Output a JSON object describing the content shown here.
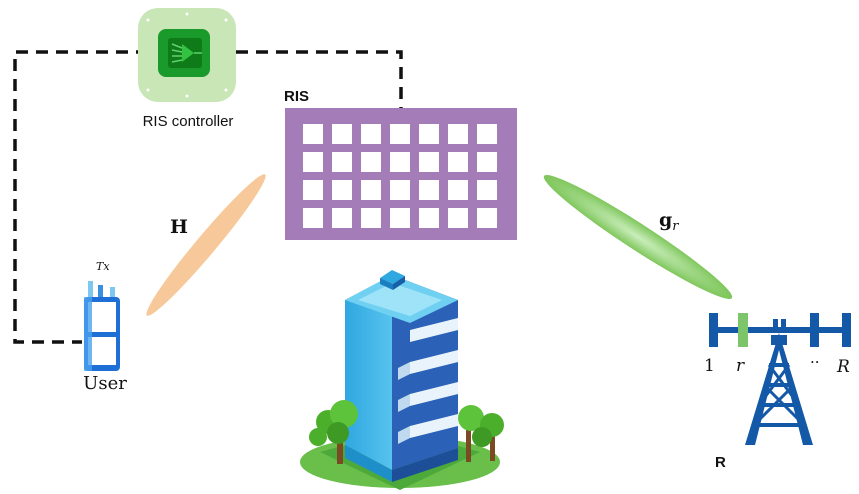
{
  "labels": {
    "ris_controller": "RIS controller",
    "ris": "RIS",
    "channel_h": "H",
    "channel_g": "g",
    "channel_g_sub": "r",
    "tx": "Tx",
    "user": "User",
    "ant_first": "1",
    "ant_r": "r",
    "ant_dots": "··",
    "ant_last": "R",
    "receiver": "R"
  },
  "ris_grid": {
    "rows": 4,
    "cols": 7
  },
  "colors": {
    "ris": "#a47db8",
    "controller_outer": "#c9e6b7",
    "controller_inner": "#1a9a2a",
    "beam_h": "#f7c99a",
    "beam_g": "#8fd06e",
    "tower": "#1459a8",
    "antenna_r": "#7cc56a"
  }
}
